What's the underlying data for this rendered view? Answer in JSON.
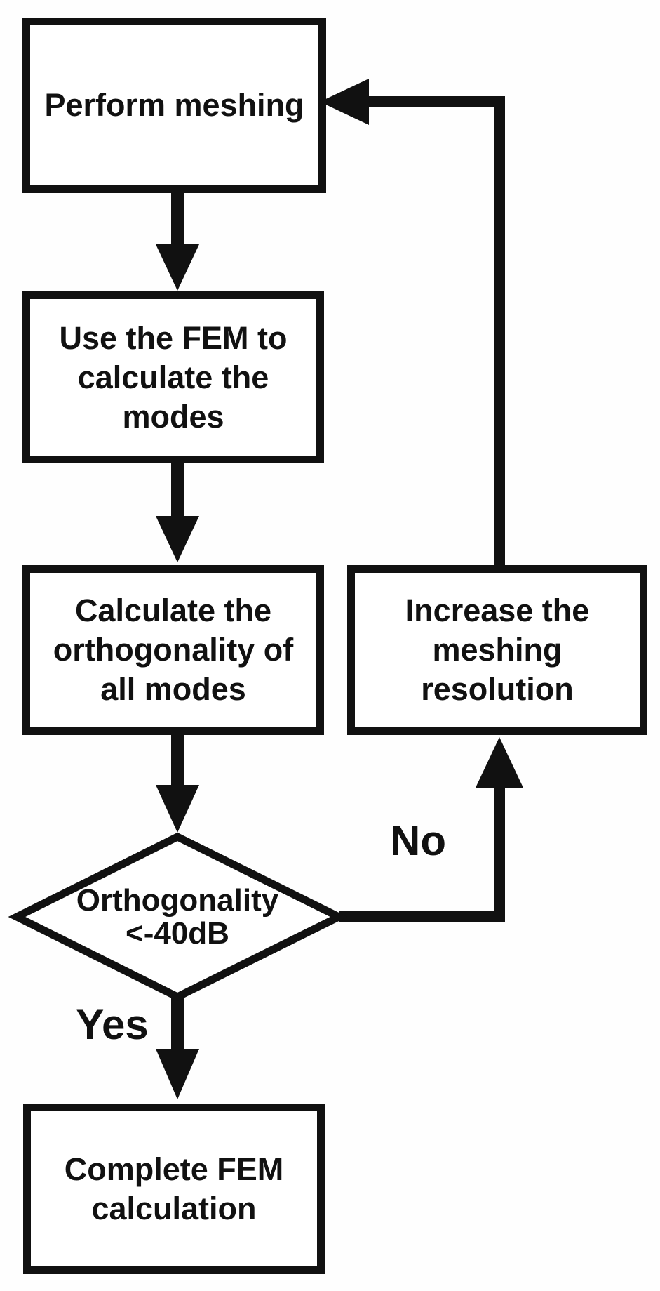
{
  "figure": {
    "type": "flowchart",
    "background_color": "#fefefe",
    "ink_color": "#111111"
  },
  "nodes": {
    "perform_meshing": {
      "shape": "rect",
      "label": "Perform meshing"
    },
    "use_fem": {
      "shape": "rect",
      "label": "Use the FEM to\ncalculate the\nmodes"
    },
    "calc_orthogonality": {
      "shape": "rect",
      "label": "Calculate the\northogonality of\nall modes"
    },
    "decision": {
      "shape": "diamond",
      "label": "Orthogonality\n<-40dB"
    },
    "increase_resolution": {
      "shape": "rect",
      "label": "Increase the\nmeshing\nresolution"
    },
    "complete_fem": {
      "shape": "rect",
      "label": "Complete FEM\ncalculation"
    }
  },
  "edge_labels": {
    "yes": "Yes",
    "no": "No"
  },
  "edges": [
    {
      "from": "perform_meshing",
      "to": "use_fem",
      "label": ""
    },
    {
      "from": "use_fem",
      "to": "calc_orthogonality",
      "label": ""
    },
    {
      "from": "calc_orthogonality",
      "to": "decision",
      "label": ""
    },
    {
      "from": "decision",
      "to": "complete_fem",
      "label": "Yes"
    },
    {
      "from": "decision",
      "to": "increase_resolution",
      "label": "No"
    },
    {
      "from": "increase_resolution",
      "to": "perform_meshing",
      "label": ""
    }
  ]
}
